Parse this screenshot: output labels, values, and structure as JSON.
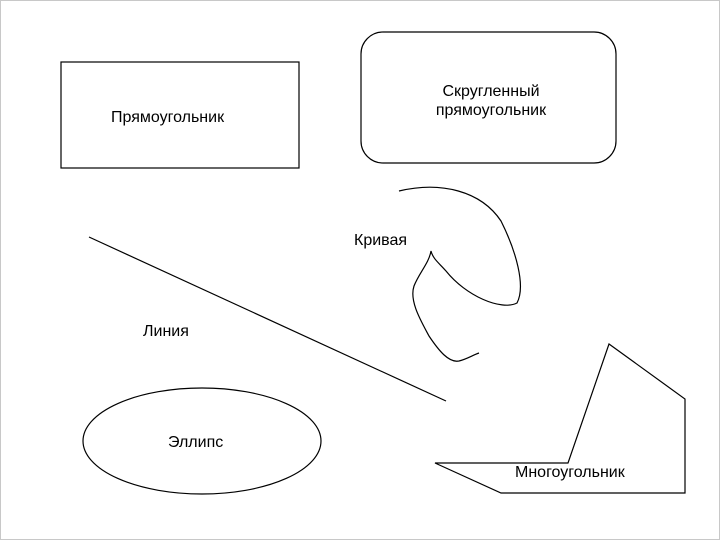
{
  "shapes": {
    "rectangle": {
      "label": "Прямоугольник"
    },
    "rounded_rectangle": {
      "label_line1": "Скругленный",
      "label_line2": "прямоугольник"
    },
    "curve": {
      "label": "Кривая"
    },
    "line": {
      "label": "Линия"
    },
    "ellipse": {
      "label": "Эллипс"
    },
    "polygon": {
      "label": "Многоугольник"
    }
  },
  "colors": {
    "stroke": "#000000",
    "background": "#ffffff"
  }
}
